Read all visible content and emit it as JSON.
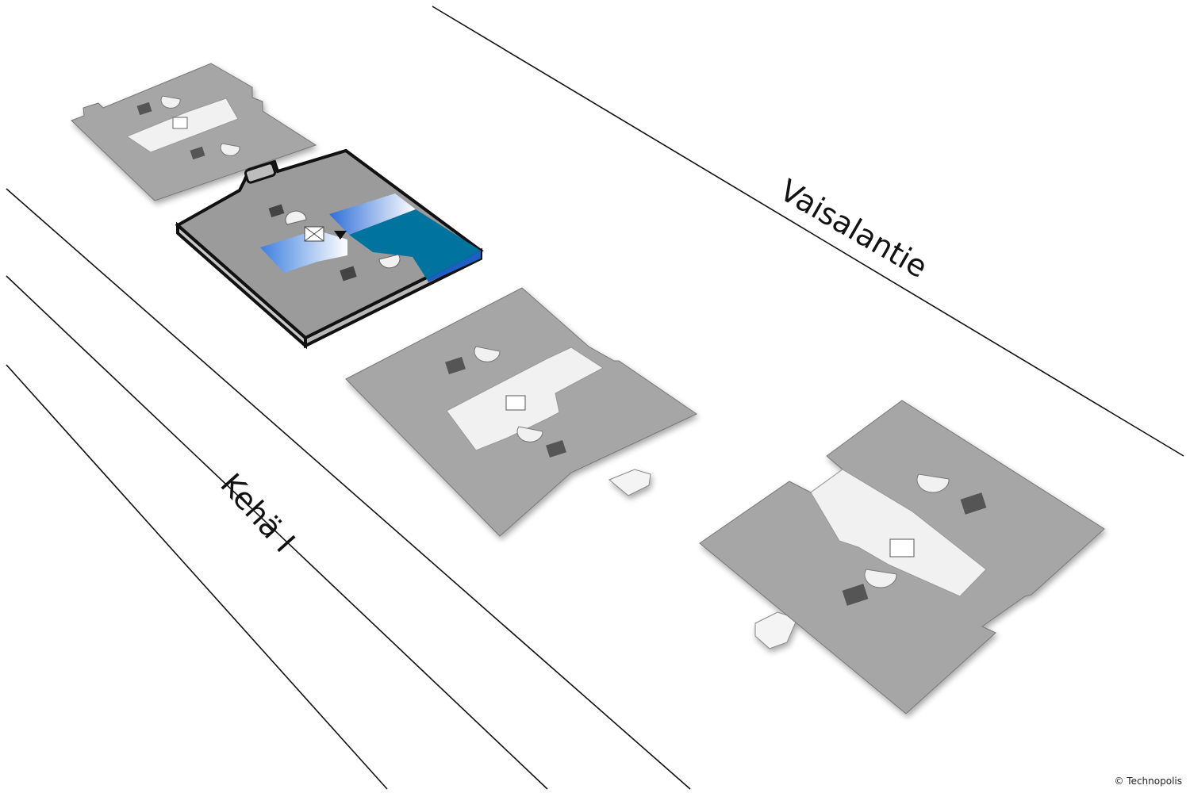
{
  "streets": {
    "vaisalantie": "Vaisalantie",
    "keha": "Kehä I"
  },
  "copyright": "© Technopolis",
  "colors": {
    "floor": "#a6a6a6",
    "highlight_floor": "#9b9b9b",
    "core": "#f1f1f1",
    "shaft": "#555555",
    "office_dark": "#00749e",
    "office_light": "#4f92e0",
    "outline": "#111111"
  }
}
